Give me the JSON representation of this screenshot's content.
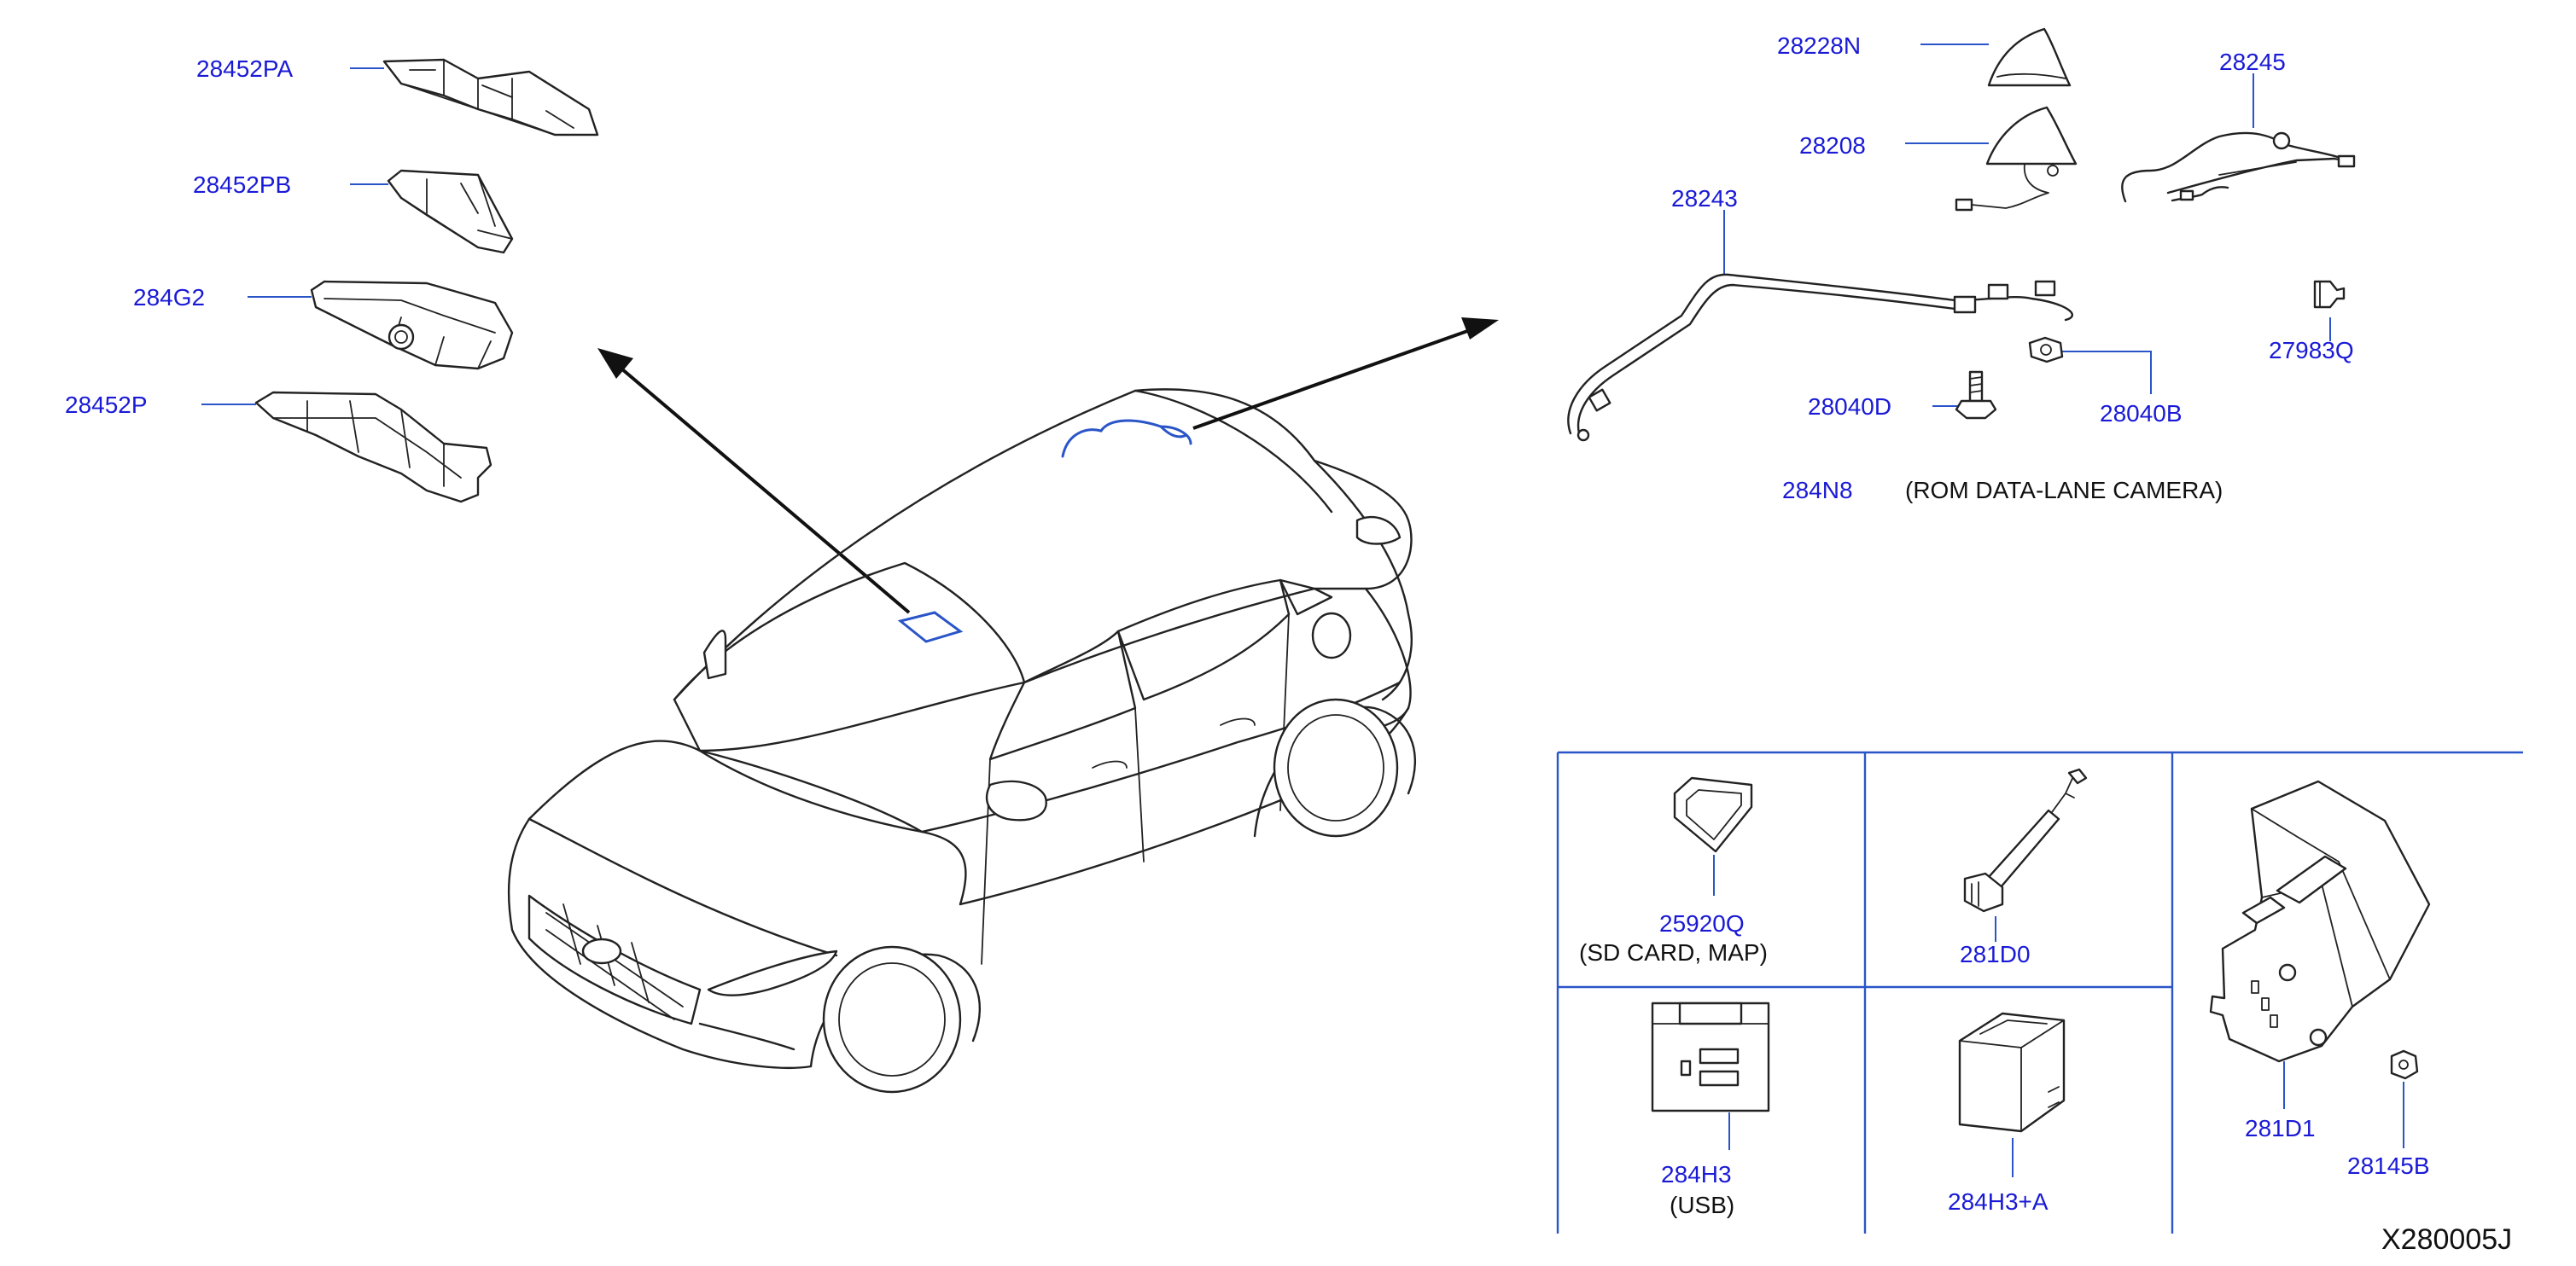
{
  "diagram_code": "X280005J",
  "parts": {
    "p28452PA": "28452PA",
    "p28452PB": "28452PB",
    "p284G2": "284G2",
    "p28452P": "28452P",
    "p28228N": "28228N",
    "p28208": "28208",
    "p28245": "28245",
    "p28243": "28243",
    "p27983Q": "27983Q",
    "p28040D": "28040D",
    "p28040B": "28040B",
    "p284N8": "284N8",
    "p25920Q": "25920Q",
    "p281D0": "281D0",
    "p281D1": "281D1",
    "p284H3": "284H3",
    "p284H3A": "284H3+A",
    "p28145B": "28145B"
  },
  "notes": {
    "rom_camera": "(ROM   DATA-LANE   CAMERA)",
    "sd_card": "(SD   CARD,   MAP)",
    "usb": "(USB)"
  },
  "colors": {
    "label": "#1a1ad6",
    "leader": "#2a55c8",
    "ink": "#222222"
  }
}
